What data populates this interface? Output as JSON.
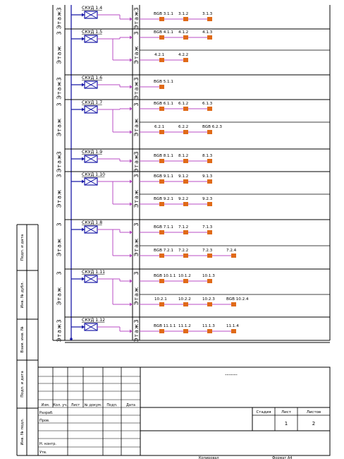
{
  "diagram": {
    "floor_word": "Этаж",
    "rows": [
      {
        "floor": "3",
        "skud": "СКУД 1.4",
        "lines": [
          [
            "BGB 3.1.1",
            "3.1.2",
            "3.1.3"
          ]
        ]
      },
      {
        "floor": "3",
        "skud": "СКУД 1.5",
        "lines": [
          [
            "BGB 4.1.1",
            "4.1.2",
            "4.1.3"
          ],
          [
            "4.2.1",
            "4.2.2"
          ]
        ]
      },
      {
        "floor": "3",
        "skud": "СКУД 1.6",
        "lines": [
          [
            "BGB 5.1.1"
          ]
        ]
      },
      {
        "floor": "3",
        "skud": "СКУД 1.7",
        "lines": [
          [
            "BGB 6.1.1",
            "6.1.2",
            "6.1.3"
          ],
          [
            "6.2.1",
            "6.2.2",
            "BGB 6.2.3"
          ]
        ]
      },
      {
        "floor": "3",
        "skud": "СКУД 1.9",
        "lines": [
          [
            "BGB 8.1.1",
            "8.1.2",
            "8.1.3"
          ]
        ]
      },
      {
        "floor": "3",
        "skud": "СКУД 1.10",
        "lines": [
          [
            "BGB 9.1.1",
            "9.1.2",
            "9.1.3"
          ],
          [
            "BGB 9.2.1",
            "9.2.2",
            "9.2.3"
          ]
        ]
      },
      {
        "floor": "3",
        "skud": "СКУД 1.8",
        "lines": [
          [
            "BGB 7.1.1",
            "7.1.2",
            "7.1.3"
          ],
          [
            "BGB 7.2.1",
            "7.2.2",
            "7.2.3",
            "7.2.4"
          ]
        ]
      },
      {
        "floor": "3",
        "skud": "СКУД 1.11",
        "lines": [
          [
            "BGB 10.1.1",
            "10.1.2",
            "10.1.3"
          ],
          [
            "10.2.1",
            "10.2.2",
            "10.2.3",
            "BGB 10.2.4"
          ]
        ]
      },
      {
        "floor": "3",
        "skud": "СКУД 1.12",
        "lines": [
          [
            "BGB 11.1.1",
            "11.1.2",
            "11.1.3",
            "11.1.4"
          ]
        ]
      }
    ]
  },
  "colors": {
    "bus": "#1a1aa8",
    "link": "#b84dc4",
    "device": "#e06a18",
    "line": "#000000"
  },
  "side_stamps": [
    "Подп. и дата",
    "Инв. № дубл.",
    "Взам. инв. №",
    "Подп. и дата",
    "Инв. № подл."
  ],
  "title_block": {
    "dash": "-------",
    "head_cols": [
      "Изм.",
      "Кол. уч.",
      "Лист",
      "№ докум.",
      "Подп.",
      "Дата"
    ],
    "roles": [
      "Разраб.",
      "Пров.",
      "",
      "",
      "Н. контр.",
      "Утв."
    ],
    "stage_headers": [
      "Стадия",
      "Лист",
      "Листов"
    ],
    "stage_values": [
      "",
      "1",
      "2"
    ]
  },
  "footer": {
    "copied": "Копировал",
    "format": "Формат А4"
  }
}
